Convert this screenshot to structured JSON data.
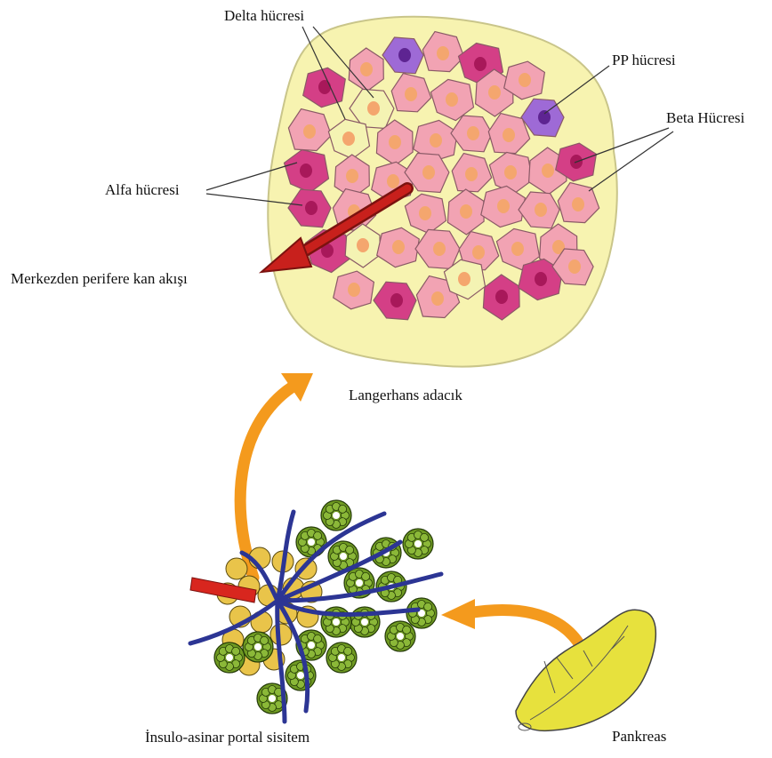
{
  "labels": {
    "delta_cell": "Delta hücresi",
    "pp_cell": "PP hücresi",
    "beta_cell": "Beta Hücresi",
    "alpha_cell": "Alfa hücresi",
    "blood_flow": "Merkezden perifere kan akışı",
    "islet": "Langerhans adacık",
    "portal_system": "İnsulo-asinar portal sisitem",
    "pancreas": "Pankreas"
  },
  "colors": {
    "islet_capsule": "#f7f3b0",
    "beta_cell": "#f2a3b3",
    "beta_nucleus": "#f4a66e",
    "alpha_cell": "#d43f86",
    "alpha_nucleus": "#a8185a",
    "delta_cell": "#f4f3b3",
    "pp_cell": "#9e6ad6",
    "pp_nucleus": "#5e2492",
    "blood_flow_arrow": "#c8201c",
    "vessel": "#2c3594",
    "acinus_yellow": "#e9c44a",
    "acinus_green": "#6f9a22",
    "orange_arrow": "#f49a1d",
    "pancreas": "#e7e13d"
  }
}
